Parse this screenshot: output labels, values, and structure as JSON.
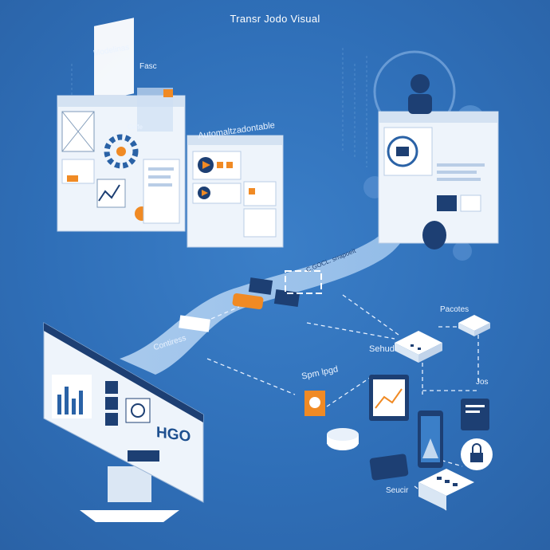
{
  "title": "Transr Jodo Visual",
  "labels": {
    "modelinas": "Modelinas",
    "fasc": "Fasc",
    "caffe": "Caffe",
    "automation": "Automaltzadontable",
    "path_text": "C.GOCL. srrapoeit",
    "contiress": "Contiress",
    "sehud": "Sehud",
    "pacotes": "Pacotes",
    "spm_lpgd": "Spm lpgd",
    "jos": "Jos",
    "seucir": "Seucir",
    "hgo": "HGO"
  },
  "colors": {
    "background": "#2f6fb8",
    "panel": "#ffffff",
    "accent_orange": "#f08a24",
    "accent_navy": "#1d3f73",
    "path": "#9cc3ec"
  },
  "icons": [
    "workflow-icon",
    "gear-icon",
    "chart-icon",
    "play-icon",
    "user-avatar-icon",
    "router-icon",
    "tablet-icon",
    "phone-icon",
    "lock-icon",
    "keyboard-icon",
    "hub-icon",
    "lightbulb-icon"
  ]
}
